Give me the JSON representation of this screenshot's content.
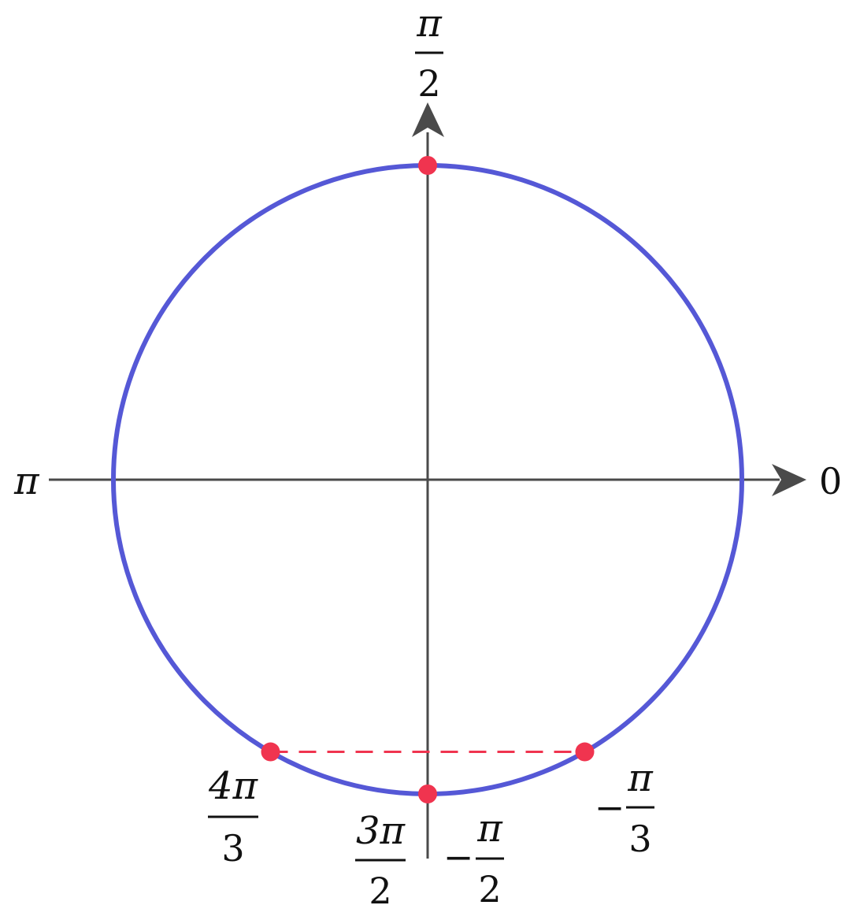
{
  "colors": {
    "axis": "#4a4a4a",
    "circle": "#5558d6",
    "point": "#f0344f",
    "dash": "#f0344f",
    "text": "#111111"
  },
  "axes": {
    "right_label": "0",
    "left_label": "π",
    "top_label": {
      "numerator": "π",
      "denominator": "2"
    }
  },
  "angle_labels": {
    "four_pi_over_three": {
      "numerator": "4π",
      "denominator": "3"
    },
    "neg_pi_over_three": {
      "sign": "−",
      "numerator": "π",
      "denominator": "3"
    },
    "three_pi_over_two": {
      "numerator": "3π",
      "denominator": "2"
    },
    "neg_pi_over_two": {
      "sign": "−",
      "numerator": "π",
      "denominator": "2"
    }
  },
  "points": [
    {
      "name": "point-pi-over-2",
      "angle_deg": 90
    },
    {
      "name": "point-3pi-over-2",
      "angle_deg": 270
    },
    {
      "name": "point-4pi-over-3",
      "angle_deg": 240
    },
    {
      "name": "point-neg-pi-over-3",
      "angle_deg": 300
    }
  ],
  "chord": {
    "from_angle_deg": 240,
    "to_angle_deg": 300,
    "style": "dashed"
  }
}
